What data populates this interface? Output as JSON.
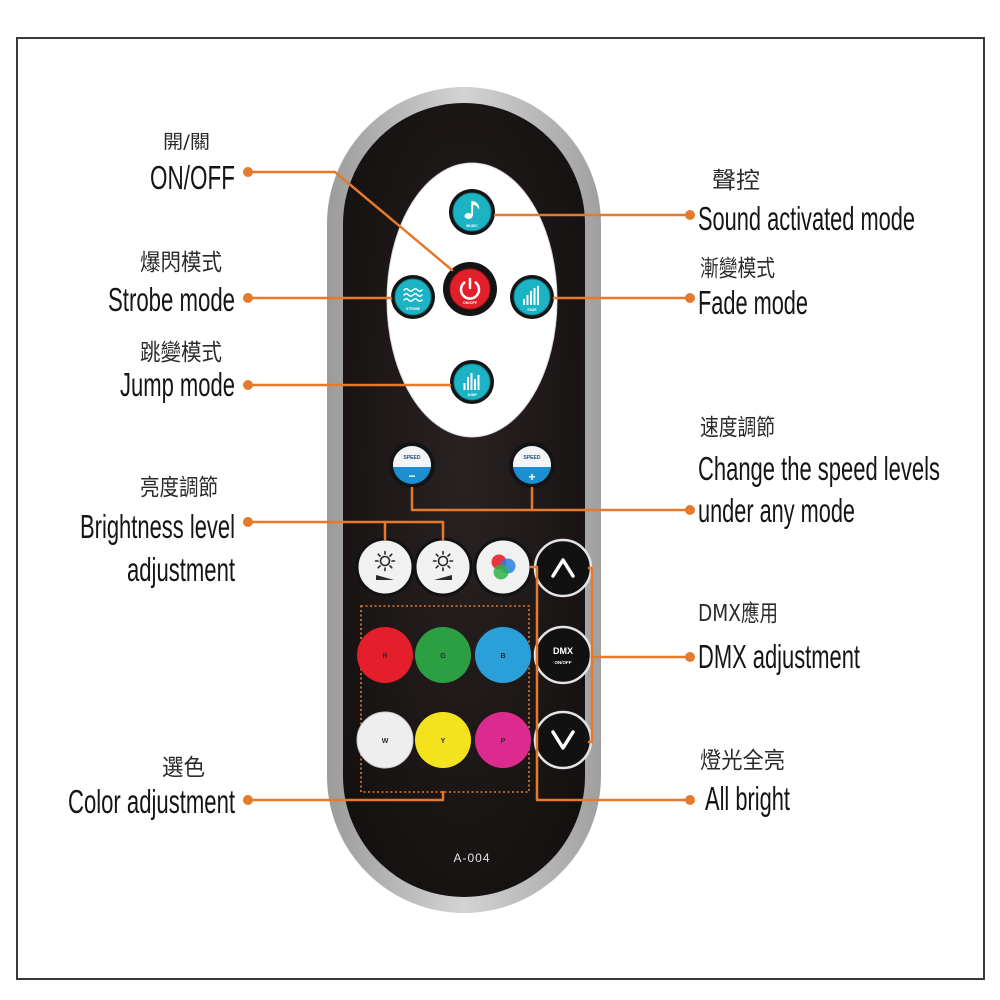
{
  "callouts": {
    "left": [
      {
        "cn": "開/關",
        "en": [
          "ON/OFF"
        ]
      },
      {
        "cn": "爆閃模式",
        "en": [
          "Strobe mode"
        ]
      },
      {
        "cn": "跳變模式",
        "en": [
          "Jump mode"
        ]
      },
      {
        "cn": "亮度調節",
        "en": [
          "Brightness level",
          "adjustment"
        ]
      },
      {
        "cn": "選色",
        "en": [
          "Color adjustment"
        ]
      }
    ],
    "right": [
      {
        "cn": "聲控",
        "en": [
          "Sound activated mode"
        ]
      },
      {
        "cn": "漸變模式",
        "en": [
          "Fade mode"
        ]
      },
      {
        "cn": "速度調節",
        "en": [
          "Change the speed levels",
          "under any mode"
        ]
      },
      {
        "cn": "DMX應用",
        "en": [
          "DMX adjustment"
        ]
      },
      {
        "cn": "燈光全亮",
        "en": [
          "All bright"
        ]
      }
    ]
  },
  "remote": {
    "model": "A-004",
    "mode_buttons": {
      "music": {
        "label": "MUSIC",
        "icon": "music-note-icon"
      },
      "power": {
        "label": "ON/OFF",
        "icon": "power-icon"
      },
      "strobe": {
        "label": "STROBE",
        "icon": "strobe-wave-icon"
      },
      "fade": {
        "label": "FADE",
        "icon": "fade-bars-icon"
      },
      "jump": {
        "label": "JUMP",
        "icon": "jump-bars-icon"
      }
    },
    "speed_buttons": [
      {
        "label": "SPEED",
        "sign": "−"
      },
      {
        "label": "SPEED",
        "sign": "+"
      }
    ],
    "function_buttons": {
      "brightness_down": {
        "icon": "brightness-down-icon"
      },
      "brightness_up": {
        "icon": "brightness-up-icon"
      },
      "all_bright": {
        "icon": "rgb-icon"
      },
      "up": {
        "icon": "arrow-up-icon"
      },
      "dmx": {
        "label": "DMX",
        "sublabel": "ON/OFF"
      },
      "down": {
        "icon": "arrow-down-icon"
      }
    },
    "color_buttons": [
      {
        "letter": "R",
        "color": "#e41e2b"
      },
      {
        "letter": "G",
        "color": "#2d9f43"
      },
      {
        "letter": "B",
        "color": "#2a9fd8"
      },
      {
        "letter": "W",
        "color": "#eeeeee"
      },
      {
        "letter": "Y",
        "color": "#f3e21c"
      },
      {
        "letter": "P",
        "color": "#dd2a8f"
      }
    ]
  },
  "colors": {
    "callout_line": "#e57a2c",
    "remote_body": "#1b1515",
    "remote_rim": "#b8b8b8",
    "mode_button": "#1cb3c5",
    "power_button": "#e2202a",
    "speed_button": "#1b8fd2",
    "label_text": "#151515"
  }
}
